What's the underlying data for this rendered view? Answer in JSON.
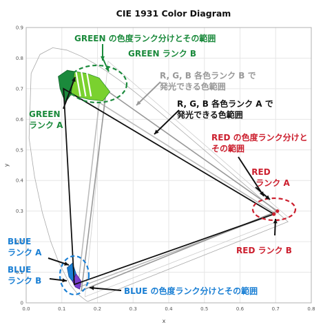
{
  "chart_data": {
    "type": "scatter",
    "title": "CIE 1931 Color Diagram",
    "xlabel": "x",
    "ylabel": "y",
    "xlim": [
      0,
      0.8
    ],
    "ylim": [
      0,
      0.9
    ],
    "x_ticks": [
      "0.0",
      "0.1",
      "0.2",
      "0.3",
      "0.4",
      "0.5",
      "0.6",
      "0.7",
      "0.8"
    ],
    "y_ticks": [
      "0",
      "0.1",
      "0.2",
      "0.3",
      "0.4",
      "0.5",
      "0.6",
      "0.7",
      "0.8",
      "0.9"
    ],
    "grid": true,
    "spectral_locus": [
      [
        0.1741,
        0.005
      ],
      [
        0.1738,
        0.0049
      ],
      [
        0.1733,
        0.0048
      ],
      [
        0.1726,
        0.0048
      ],
      [
        0.1714,
        0.0051
      ],
      [
        0.1689,
        0.0069
      ],
      [
        0.1644,
        0.0109
      ],
      [
        0.1566,
        0.0177
      ],
      [
        0.144,
        0.0297
      ],
      [
        0.1241,
        0.0578
      ],
      [
        0.0913,
        0.1327
      ],
      [
        0.0687,
        0.2007
      ],
      [
        0.0454,
        0.295
      ],
      [
        0.0235,
        0.4127
      ],
      [
        0.0082,
        0.5384
      ],
      [
        0.0139,
        0.7502
      ],
      [
        0.0389,
        0.812
      ],
      [
        0.0743,
        0.8338
      ],
      [
        0.1142,
        0.8262
      ],
      [
        0.1547,
        0.8059
      ],
      [
        0.1929,
        0.7816
      ],
      [
        0.2296,
        0.7543
      ],
      [
        0.2658,
        0.7243
      ],
      [
        0.3016,
        0.6923
      ],
      [
        0.3373,
        0.6589
      ],
      [
        0.3731,
        0.6245
      ],
      [
        0.4087,
        0.5896
      ],
      [
        0.4441,
        0.5547
      ],
      [
        0.4788,
        0.5202
      ],
      [
        0.5125,
        0.4866
      ],
      [
        0.5448,
        0.4544
      ],
      [
        0.5752,
        0.4242
      ],
      [
        0.6029,
        0.3965
      ],
      [
        0.627,
        0.3725
      ],
      [
        0.6482,
        0.3514
      ],
      [
        0.6658,
        0.334
      ],
      [
        0.6801,
        0.3197
      ],
      [
        0.6915,
        0.3083
      ],
      [
        0.7006,
        0.2993
      ],
      [
        0.714,
        0.2859
      ],
      [
        0.7347,
        0.2653
      ]
    ],
    "series": [
      {
        "name": "RGB rank A triangle",
        "color": "#111111",
        "points": [
          [
            0.105,
            0.7
          ],
          [
            0.695,
            0.29
          ],
          [
            0.135,
            0.06
          ]
        ]
      },
      {
        "name": "RGB rank B triangle (outer)",
        "color": "#999999",
        "points": [
          [
            0.225,
            0.695
          ],
          [
            0.705,
            0.3
          ],
          [
            0.155,
            0.04
          ]
        ]
      },
      {
        "name": "RGB rank B triangle (inner)",
        "color": "#bbbbbb",
        "points": [
          [
            0.205,
            0.655
          ],
          [
            0.7,
            0.292
          ],
          [
            0.145,
            0.05
          ]
        ]
      },
      {
        "name": "RGB outer envelope",
        "color": "#cccccc",
        "points": [
          [
            0.23,
            0.79
          ],
          [
            0.735,
            0.28
          ],
          [
            0.165,
            0.02
          ]
        ]
      },
      {
        "name": "GREEN rank A region",
        "color": "#1b8a3c",
        "points": [
          [
            0.09,
            0.74
          ],
          [
            0.115,
            0.76
          ],
          [
            0.135,
            0.755
          ],
          [
            0.125,
            0.68
          ],
          [
            0.11,
            0.655
          ],
          [
            0.095,
            0.7
          ]
        ]
      },
      {
        "name": "GREEN rank B region",
        "color": "#7ad12f",
        "points": [
          [
            0.115,
            0.76
          ],
          [
            0.17,
            0.75
          ],
          [
            0.205,
            0.735
          ],
          [
            0.235,
            0.69
          ],
          [
            0.215,
            0.66
          ],
          [
            0.175,
            0.665
          ],
          [
            0.125,
            0.68
          ],
          [
            0.135,
            0.755
          ]
        ]
      },
      {
        "name": "BLUE rank A region",
        "color": "#1a7fd4",
        "points": [
          [
            0.115,
            0.115
          ],
          [
            0.13,
            0.13
          ],
          [
            0.14,
            0.095
          ],
          [
            0.13,
            0.07
          ],
          [
            0.12,
            0.085
          ]
        ]
      },
      {
        "name": "BLUE rank B region",
        "color": "#7a3fd0",
        "points": [
          [
            0.13,
            0.07
          ],
          [
            0.14,
            0.095
          ],
          [
            0.155,
            0.07
          ],
          [
            0.15,
            0.045
          ],
          [
            0.138,
            0.052
          ]
        ]
      },
      {
        "name": "RED rank A point",
        "color": "#cc1f2e",
        "points": [
          [
            0.695,
            0.29
          ]
        ]
      },
      {
        "name": "RED rank B point",
        "color": "#cc1f2e",
        "points": [
          [
            0.705,
            0.3
          ]
        ]
      }
    ],
    "annotations": [
      {
        "text": "GREEN の色度ランク分けとその範囲",
        "color": "#1b8a3c"
      },
      {
        "text": "GREEN ランク B",
        "color": "#1b8a3c"
      },
      {
        "text": "R, G, B 各色ランク B で",
        "color": "#999999"
      },
      {
        "text": "発光できる色範囲",
        "color": "#999999"
      },
      {
        "text": "R, G, B 各色ランク A で",
        "color": "#111111"
      },
      {
        "text": "発光できる色範囲",
        "color": "#111111"
      },
      {
        "text": "RED の色度ランク分けと",
        "color": "#cc1f2e"
      },
      {
        "text": "その範囲",
        "color": "#cc1f2e"
      },
      {
        "text": "RED",
        "color": "#cc1f2e"
      },
      {
        "text": "ランク A",
        "color": "#cc1f2e"
      },
      {
        "text": "RED ランク B",
        "color": "#cc1f2e"
      },
      {
        "text": "GREEN",
        "color": "#1b8a3c"
      },
      {
        "text": "ランク A",
        "color": "#1b8a3c"
      },
      {
        "text": "BLUE",
        "color": "#1a7fd4"
      },
      {
        "text": "ランク A",
        "color": "#1a7fd4"
      },
      {
        "text": "BLUE",
        "color": "#1a7fd4"
      },
      {
        "text": "ランク B",
        "color": "#1a7fd4"
      },
      {
        "text": "BLUE の色度ランク分けとその範囲",
        "color": "#1a7fd4"
      }
    ]
  }
}
